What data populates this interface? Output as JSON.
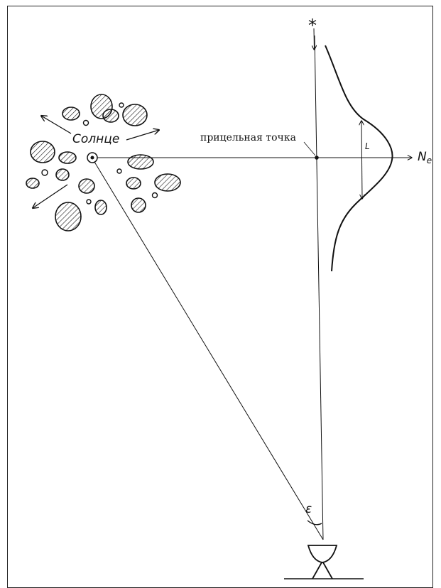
{
  "labels": {
    "sun": "Солнце",
    "aim_point": "прицельная точка",
    "star": "*",
    "ne": "N",
    "ne_sub": "e",
    "width": "L",
    "angle": "ε"
  },
  "colors": {
    "ink": "#111111",
    "background": "#ffffff"
  }
}
